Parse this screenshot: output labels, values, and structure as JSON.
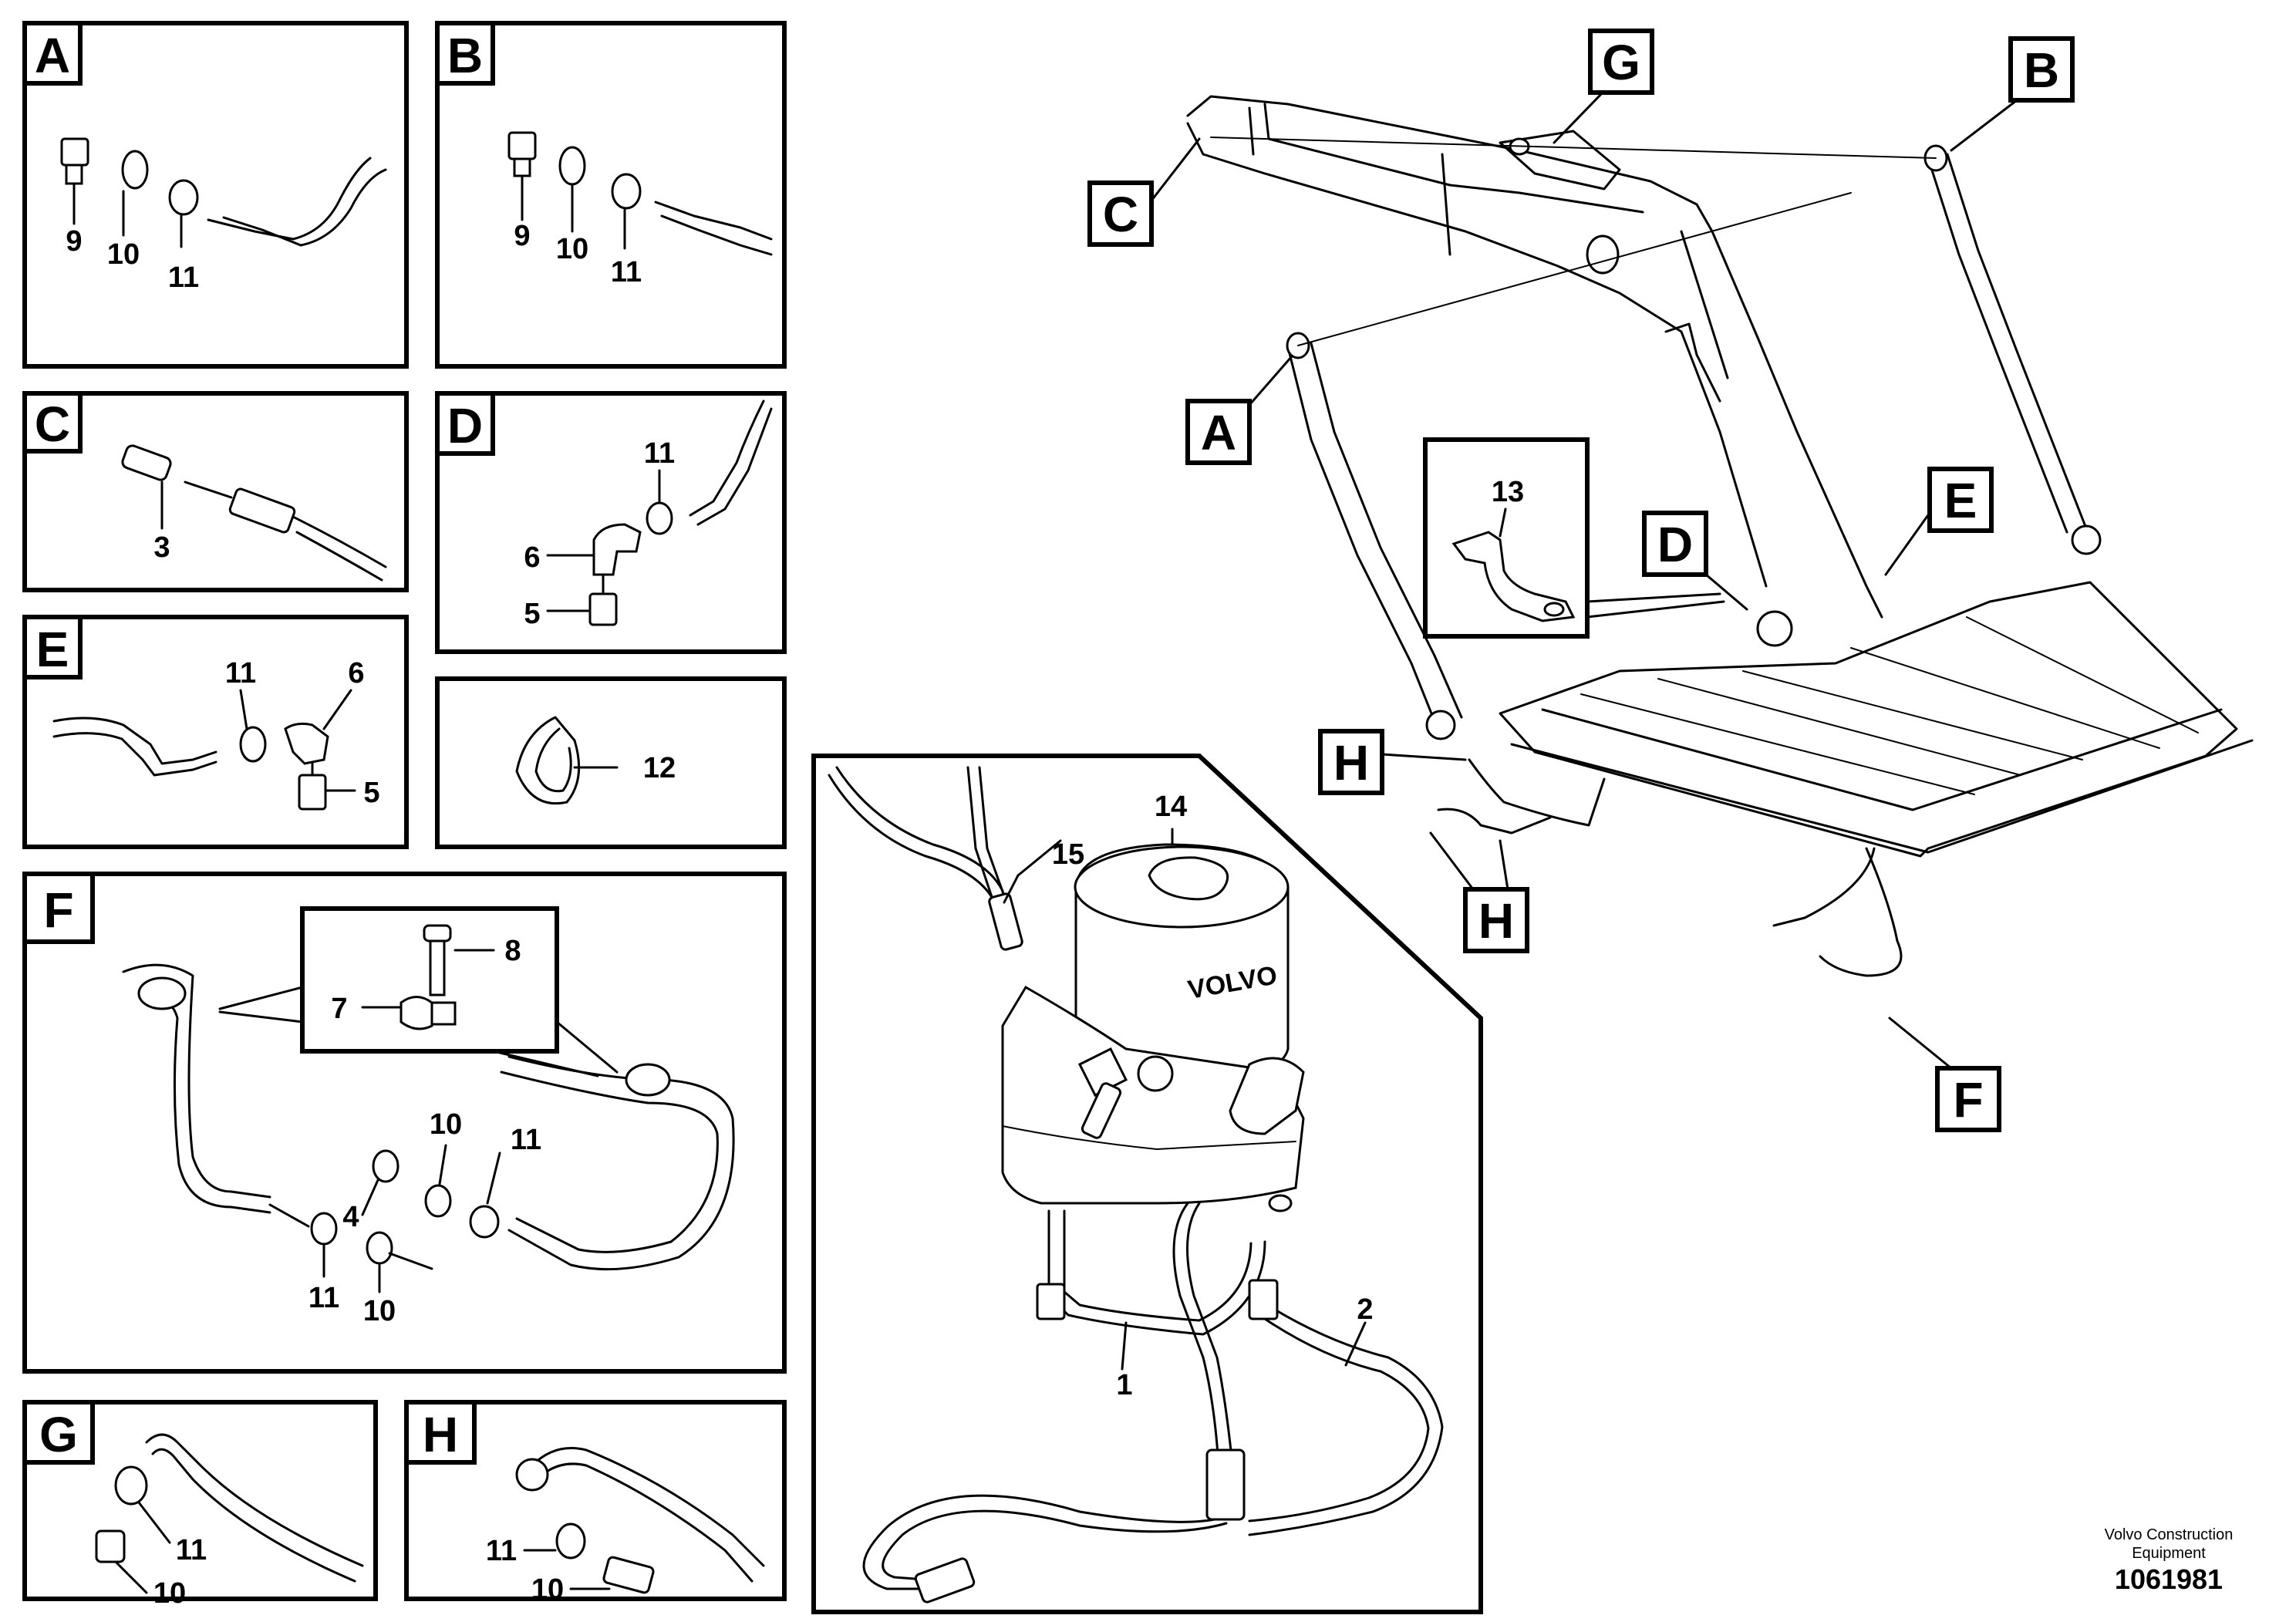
{
  "panels": {
    "A": {
      "letter": "A",
      "labels": {
        "9": "9",
        "10": "10",
        "11": "11"
      }
    },
    "B": {
      "letter": "B",
      "labels": {
        "9": "9",
        "10": "10",
        "11": "11"
      }
    },
    "C": {
      "letter": "C",
      "labels": {
        "3": "3"
      }
    },
    "D": {
      "letter": "D",
      "labels": {
        "11": "11",
        "6": "6",
        "5": "5"
      }
    },
    "E": {
      "letter": "E",
      "labels": {
        "11": "11",
        "6": "6",
        "5": "5"
      }
    },
    "tie": {
      "labels": {
        "12": "12"
      }
    },
    "F": {
      "letter": "F",
      "labels": {
        "8": "8",
        "7": "7",
        "10a": "10",
        "11a": "11",
        "4": "4",
        "11b": "11",
        "10b": "10"
      }
    },
    "G": {
      "letter": "G",
      "labels": {
        "11": "11",
        "10": "10"
      }
    },
    "H": {
      "letter": "H",
      "labels": {
        "11": "11",
        "10": "10"
      }
    },
    "pump": {
      "labels": {
        "14": "14",
        "15": "15",
        "1": "1",
        "2": "2"
      },
      "brand": "VOLVO"
    }
  },
  "main": {
    "callouts": {
      "G": "G",
      "B": "B",
      "C": "C",
      "A": "A",
      "D": "D",
      "E": "E",
      "H1": "H",
      "H2": "H",
      "F": "F"
    },
    "detail13": "13"
  },
  "credit": {
    "line1": "Volvo Construction",
    "line2": "Equipment",
    "number": "1061981"
  }
}
